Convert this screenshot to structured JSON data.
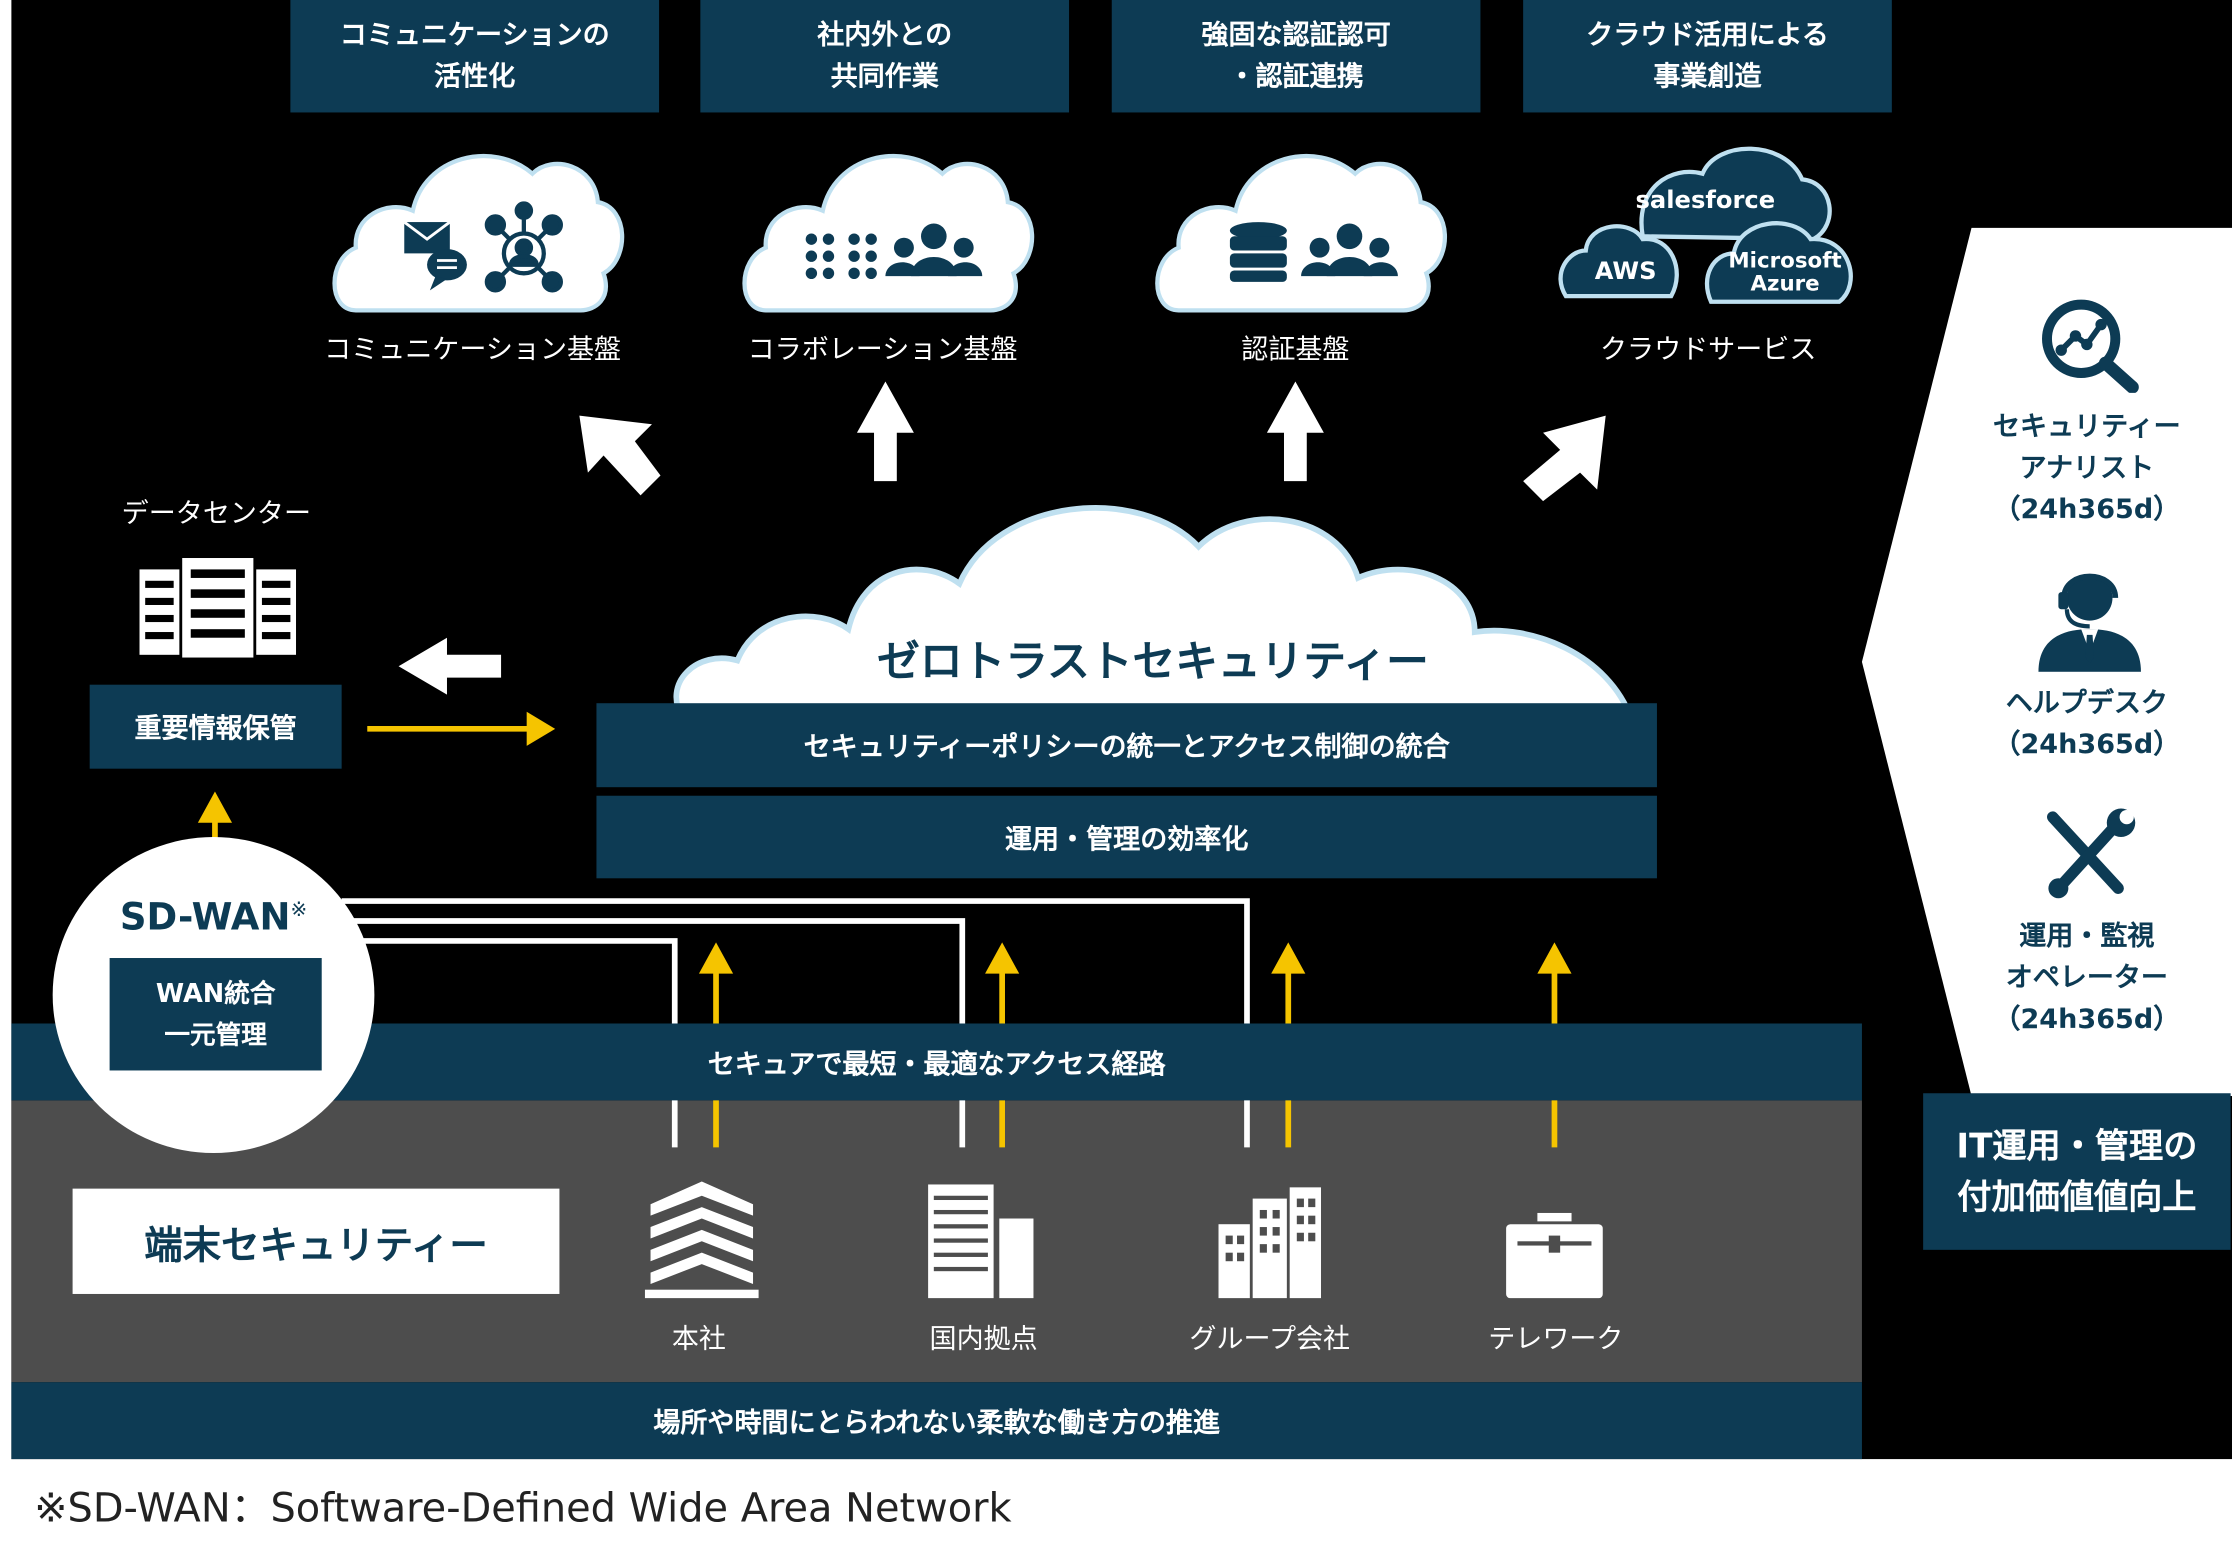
{
  "top_labels": [
    "コミュニケーションの\n活性化",
    "社内外との\n共同作業",
    "強固な認証認可\n・認証連携",
    "クラウド活用による\n事業創造"
  ],
  "cloud_captions": [
    "コミュニケーション基盤",
    "コラボレーション基盤",
    "認証基盤",
    "クラウドサービス"
  ],
  "cloud_services": {
    "salesforce": "salesforce",
    "aws": "AWS",
    "azure_line1": "Microsoft",
    "azure_line2": "Azure"
  },
  "datacenter": {
    "label": "データセンター",
    "box": "重要情報保管"
  },
  "zero_trust": {
    "title": "ゼロトラストセキュリティー",
    "band1": "セキュリティーポリシーの統一とアクセス制御の統合",
    "band2": "運用・管理の効率化"
  },
  "sdwan": {
    "title": "SD-WAN",
    "mark": "※",
    "box": "WAN統合\n一元管理"
  },
  "route_band": "セキュアで最短・最適なアクセス経路",
  "endpoint_security": "端末セキュリティー",
  "locations": [
    "本社",
    "国内拠点",
    "グループ会社",
    "テレワーク"
  ],
  "bottom_band": "場所や時間にとらわれない柔軟な働き方の推進",
  "services": [
    "セキュリティー\nアナリスト\n（24h365d）",
    "ヘルプデスク\n（24h365d）",
    "運用・監視\nオペレーター\n（24h365d）"
  ],
  "it_value": "IT運用・管理の\n付加価値値向上",
  "footnote": "※SD-WAN：Software-Defined Wide Area Network",
  "colors": {
    "navy": "#0d3b54",
    "gray": "#4d4d4d",
    "yellow": "#f5c400",
    "black": "#000000",
    "white": "#ffffff"
  }
}
